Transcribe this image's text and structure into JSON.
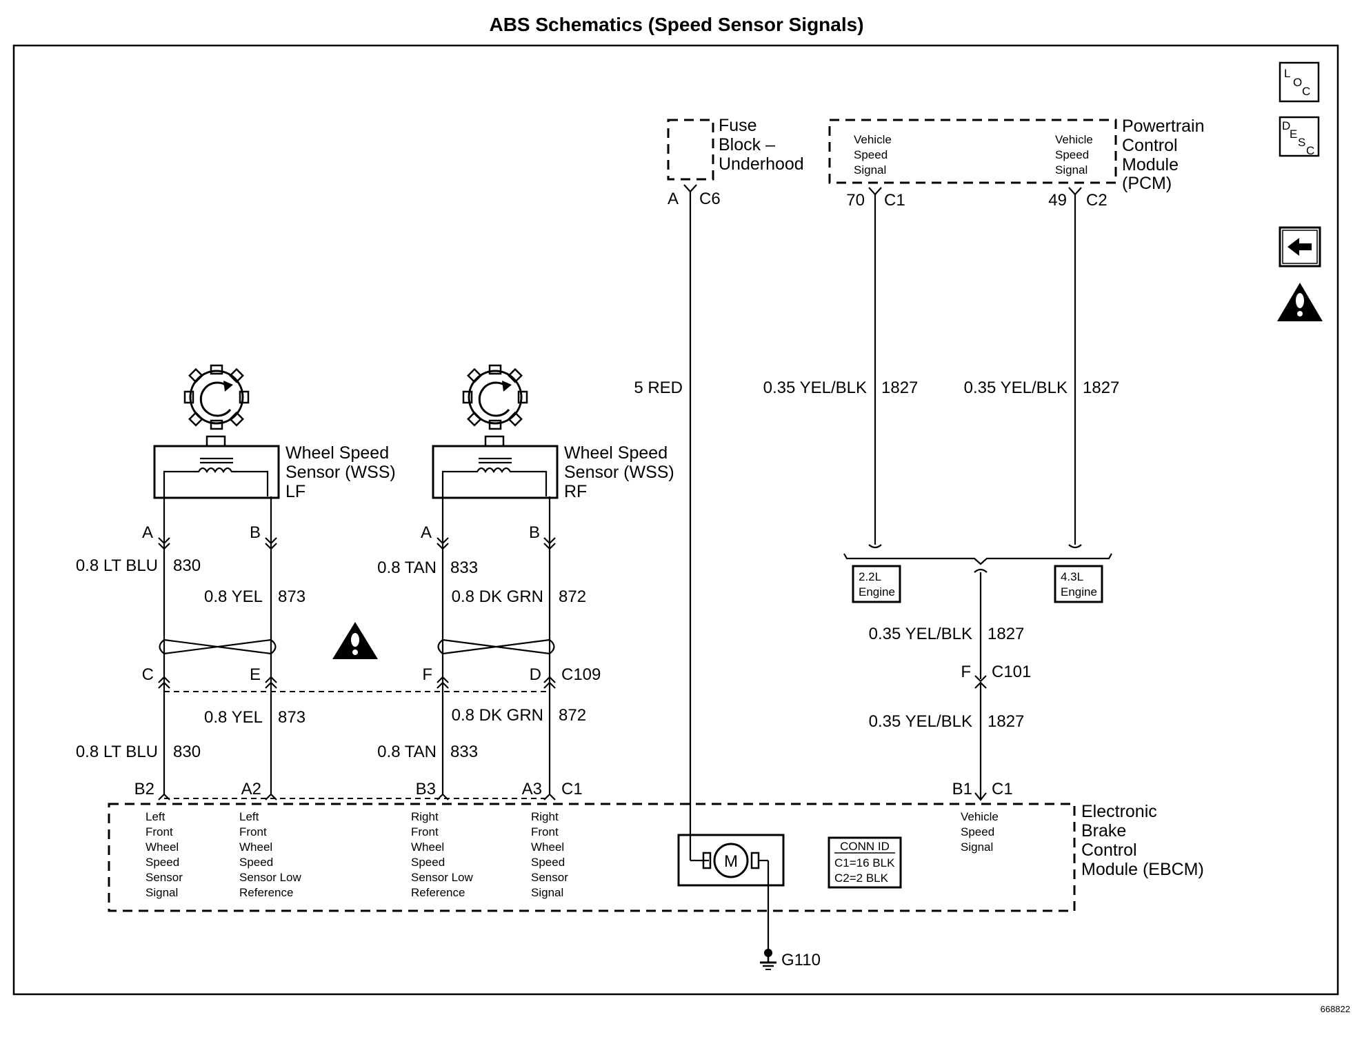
{
  "title": "ABS Schematics (Speed Sensor Signals)",
  "figure_number": "668822",
  "nav": {
    "loc": [
      "L",
      "O",
      "C"
    ],
    "desc": [
      "D",
      "E",
      "S",
      "C"
    ]
  },
  "fuse_block": {
    "label_lines": [
      "Fuse",
      "Block –",
      "Underhood"
    ],
    "pin": "A",
    "connector": "C6",
    "wire": "5 RED"
  },
  "pcm": {
    "label_lines": [
      "Powertrain",
      "Control",
      "Module",
      "(PCM)"
    ],
    "left_signal_lines": [
      "Vehicle",
      "Speed",
      "Signal"
    ],
    "right_signal_lines": [
      "Vehicle",
      "Speed",
      "Signal"
    ],
    "left_pin": "70",
    "left_connector": "C1",
    "right_pin": "49",
    "right_connector": "C2",
    "left_wire_gauge": "0.35 YEL/BLK",
    "left_wire_circuit": "1827",
    "right_wire_gauge": "0.35 YEL/BLK",
    "right_wire_circuit": "1827"
  },
  "engine_options": {
    "left": [
      "2.2L",
      "Engine"
    ],
    "right": [
      "4.3L",
      "Engine"
    ]
  },
  "vss_lower": {
    "wire_upper_gauge": "0.35 YEL/BLK",
    "wire_upper_circuit": "1827",
    "pin_c101": "F",
    "connector_c101": "C101",
    "wire_lower_gauge": "0.35 YEL/BLK",
    "wire_lower_circuit": "1827",
    "pin_ebcm": "B1",
    "connector_ebcm": "C1"
  },
  "lf_sensor": {
    "label_lines": [
      "Wheel Speed",
      "Sensor (WSS)",
      "LF"
    ],
    "pin_a": "A",
    "pin_b": "B",
    "wire_a_gauge": "0.8 LT BLU",
    "wire_a_circuit": "830",
    "wire_b_gauge": "0.8 YEL",
    "wire_b_circuit": "873",
    "pin_c": "C",
    "pin_e": "E",
    "wire_a2_gauge": "0.8 LT BLU",
    "wire_a2_circuit": "830",
    "wire_b2_gauge": "0.8 YEL",
    "wire_b2_circuit": "873",
    "ebcm_pin_a": "B2",
    "ebcm_pin_b": "A2"
  },
  "rf_sensor": {
    "label_lines": [
      "Wheel Speed",
      "Sensor (WSS)",
      "RF"
    ],
    "pin_a": "A",
    "pin_b": "B",
    "wire_a_gauge": "0.8 TAN",
    "wire_a_circuit": "833",
    "wire_b_gauge": "0.8 DK GRN",
    "wire_b_circuit": "872",
    "pin_f": "F",
    "pin_d": "D",
    "connector": "C109",
    "wire_a2_gauge": "0.8 TAN",
    "wire_a2_circuit": "833",
    "wire_b2_gauge": "0.8 DK GRN",
    "wire_b2_circuit": "872",
    "ebcm_pin_a": "B3",
    "ebcm_pin_b": "A3",
    "ebcm_connector": "C1"
  },
  "ebcm": {
    "label_lines": [
      "Electronic",
      "Brake",
      "Control",
      "Module (EBCM)"
    ],
    "terminal_lf_signal": [
      "Left",
      "Front",
      "Wheel",
      "Speed",
      "Sensor",
      "Signal"
    ],
    "terminal_lf_low": [
      "Left",
      "Front",
      "Wheel",
      "Speed",
      "Sensor Low",
      "Reference"
    ],
    "terminal_rf_low": [
      "Right",
      "Front",
      "Wheel",
      "Speed",
      "Sensor Low",
      "Reference"
    ],
    "terminal_rf_signal": [
      "Right",
      "Front",
      "Wheel",
      "Speed",
      "Sensor",
      "Signal"
    ],
    "terminal_vss": [
      "Vehicle",
      "Speed",
      "Signal"
    ],
    "motor_symbol": "M",
    "conn_id_title": "CONN ID",
    "conn_id_lines": [
      "C1=16 BLK",
      "C2=2 BLK"
    ]
  },
  "ground": "G110"
}
